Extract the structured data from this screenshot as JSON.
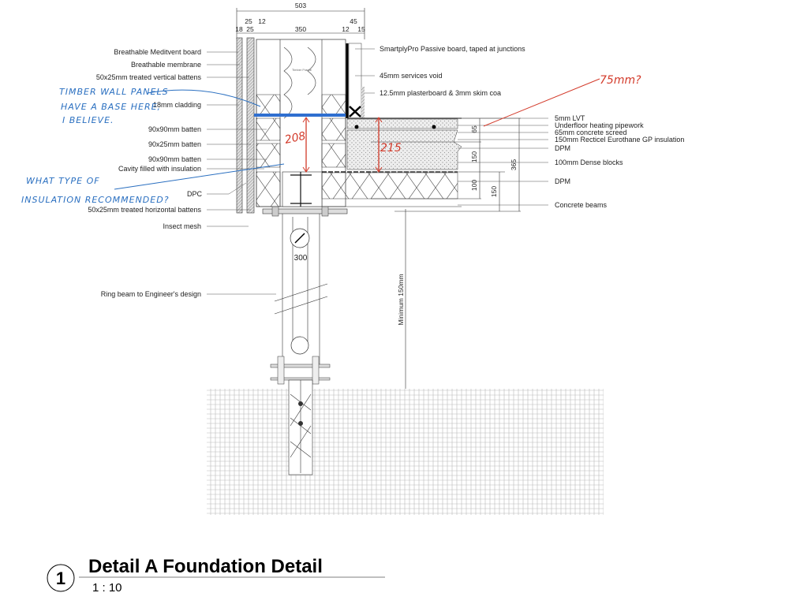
{
  "title": {
    "number": "1",
    "name": "Detail A Foundation Detail",
    "scale": "1 : 10"
  },
  "dimensions": {
    "overall": "503",
    "segments_lower": [
      "18",
      "25",
      "350",
      "12",
      "15"
    ],
    "segments_upper": [
      "25",
      "12",
      "45"
    ],
    "right": [
      "65",
      "150",
      "100",
      "150",
      "365"
    ],
    "minimum": "Minimum 150mm",
    "post_size": "300"
  },
  "labels_left": [
    "Breathable Meditvent board",
    "Breathable membrane",
    "50x25mm treated vertical battens",
    "18mm cladding",
    "90x90mm batten",
    "90x25mm batten",
    "90x90mm batten",
    "Cavity filled with insulation",
    "DPC",
    "50x25mm treated horizontal battens",
    "Insect mesh",
    "Ring beam to Engineer's design"
  ],
  "labels_top_right": [
    "SmartplyPro Passive board, taped at junctions",
    "45mm services void",
    "12.5mm plasterboard & 3mm skim coa"
  ],
  "labels_right": [
    "5mm LVT",
    "Underfloor heating pipework",
    "65mm concrete screed",
    "150mm Recticel Eurothane GP insulation",
    "DPM",
    "100mm Dense blocks",
    "DPM",
    "Concrete beams"
  ],
  "inner_label": "Timber Frame",
  "annotations": {
    "blue_note_1": [
      "TIMBER WALL PANELS",
      "HAVE A BASE HERE,",
      "I BELIEVE."
    ],
    "blue_note_2": [
      "WHAT TYPE OF",
      "INSULATION RECOMMENDED?"
    ],
    "red_note": "75mm?",
    "red_dim_wall": "208",
    "red_dim_floor": "215"
  },
  "colors": {
    "blue_markup": "#2a6fc0",
    "red_markup": "#d33a2a",
    "panel_base": "#2f6fd0"
  }
}
